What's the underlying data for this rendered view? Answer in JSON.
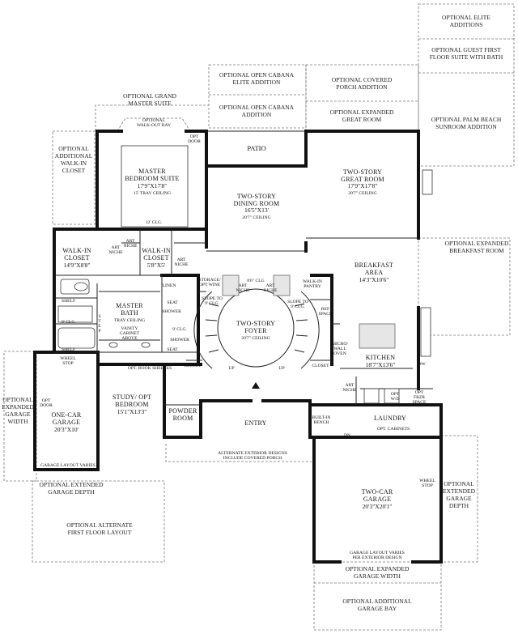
{
  "rooms": {
    "master_suite": [
      "MASTER",
      "BEDROOM SUITE"
    ],
    "master_suite_dim": "17'9\"X17'8\"",
    "master_suite_note": "15' TRAY CEILING",
    "master_clg": "12' CLG.",
    "dining": [
      "TWO-STORY",
      "DINING ROOM"
    ],
    "dining_dim": "16'5\"X13'",
    "dining_note": "20'7\" CEILING",
    "great_room": [
      "TWO-STORY",
      "GREAT ROOM"
    ],
    "great_room_dim": "17'9\"X17'8\"",
    "great_room_note": "20'7\" CEILING",
    "patio": "PATIO",
    "walkin_closet_1": [
      "WALK-IN",
      "CLOSET"
    ],
    "walkin_closet_1_dim": "14'9\"X8'8\"",
    "walkin_closet_2": [
      "WALK-IN",
      "CLOSET"
    ],
    "walkin_closet_2_dim": "5'8\"X5'",
    "breakfast": [
      "BREAKFAST",
      "AREA"
    ],
    "breakfast_dim": "14'3\"X10'6\"",
    "master_bath": [
      "MASTER",
      "BATH"
    ],
    "master_bath_note": "TRAY CEILING",
    "vanity": [
      "VANITY",
      "CABINET",
      "ABOVE"
    ],
    "foyer": [
      "TWO-STORY",
      "FOYER"
    ],
    "foyer_note": "20'7\" CEILING",
    "foyer_clg": "8'6\" CLG",
    "kitchen": "KITCHEN",
    "kitchen_dim": "18'7\"X13'6\"",
    "study": [
      "STUDY/ OPT",
      "BEDROOM"
    ],
    "study_dim": "15'1\"X13'3\"",
    "one_car": [
      "ONE-CAR",
      "GARAGE"
    ],
    "one_car_dim": "20'3\"X10'",
    "powder": [
      "POWDER",
      "ROOM"
    ],
    "entry": "ENTRY",
    "laundry": "LAUNDRY",
    "two_car": [
      "TWO-CAR",
      "GARAGE"
    ],
    "two_car_dim": "20'3\"X20'1\""
  },
  "small_labels": {
    "opt_door": [
      "OPT",
      "DOOR"
    ],
    "art_niche": [
      "ART",
      "NICHE"
    ],
    "linen": "LINEN",
    "storage": [
      "STORAGE/",
      "OPT WINE"
    ],
    "walkin_pantry": [
      "WALK-IN",
      "PANTRY"
    ],
    "slope_9": [
      "SLOPE TO",
      "9' CLG."
    ],
    "ref_space": [
      "REF",
      "SPACE"
    ],
    "micro_oven": [
      "MICRO/",
      "WALL",
      "OVEN"
    ],
    "shelf": "SHELF",
    "shower": "SHOWER",
    "seat": "SEAT",
    "clg_9": "9' CLG.",
    "step": [
      "S",
      "T",
      "E",
      "P"
    ],
    "wheel_stop": [
      "WHEEL",
      "STOP"
    ],
    "opt_book_shelves": "OPT. BOOK SHELVES",
    "closet": "CLOSET",
    "up": "UP",
    "dw": "DW",
    "opt_wd": [
      "OPT",
      "W/D"
    ],
    "opt_frzr": [
      "OPT",
      "FRZR",
      "SPACE"
    ],
    "built_in_bench": [
      "BUILT-IN",
      "BENCH"
    ],
    "opt_cabinets": "OPT. CABINETS",
    "dn": "DN",
    "garage_layout": [
      "GARAGE LAYOUT VARIES",
      "PER EXTERIOR DESIGN"
    ],
    "alt_exterior": [
      "ALTERNATE EXTERIOR DESIGNS",
      "INCLUDE COVERED PORCH"
    ],
    "opt_walkout_bay": [
      "OPTIONAL",
      "WALK-OUT BAY"
    ]
  },
  "options": {
    "elite_additions": [
      "OPTIONAL ELITE",
      "ADDITIONS"
    ],
    "guest_suite": [
      "OPTIONAL GUEST FIRST",
      "FLOOR SUITE WITH BATH"
    ],
    "cabana_elite": [
      "OPTIONAL OPEN CABANA",
      "ELITE ADDITION"
    ],
    "cabana": [
      "OPTIONAL OPEN CABANA",
      "ADDITION"
    ],
    "covered_porch": [
      "OPTIONAL COVERED",
      "PORCH ADDITION"
    ],
    "grand_master": [
      "OPTIONAL GRAND",
      "MASTER SUITE"
    ],
    "expanded_great": [
      "OPTIONAL EXPANDED",
      "GREAT ROOM"
    ],
    "palm_beach": [
      "OPTIONAL PALM BEACH",
      "SUNROOM ADDITION"
    ],
    "add_walkin": [
      "OPTIONAL",
      "ADDITIONAL",
      "WALK-IN",
      "CLOSET"
    ],
    "expanded_breakfast": [
      "OPTIONAL EXPANDED",
      "BREAKFAST ROOM"
    ],
    "expanded_garage_width_left": [
      "OPTIONAL",
      "EXPANDED",
      "GARAGE",
      "WIDTH"
    ],
    "extended_garage_depth_left": [
      "OPTIONAL EXTENDED",
      "GARAGE DEPTH"
    ],
    "extended_garage_depth_right": [
      "OPTIONAL",
      "EXTENDED",
      "GARAGE",
      "DEPTH"
    ],
    "alt_first_floor": [
      "OPTIONAL ALTERNATE",
      "FIRST FLOOR LAYOUT"
    ],
    "expanded_garage_width_bottom": [
      "OPTIONAL EXPANDED",
      "GARAGE WIDTH"
    ],
    "add_garage_bay": [
      "OPTIONAL ADDITIONAL",
      "GARAGE BAY"
    ]
  }
}
